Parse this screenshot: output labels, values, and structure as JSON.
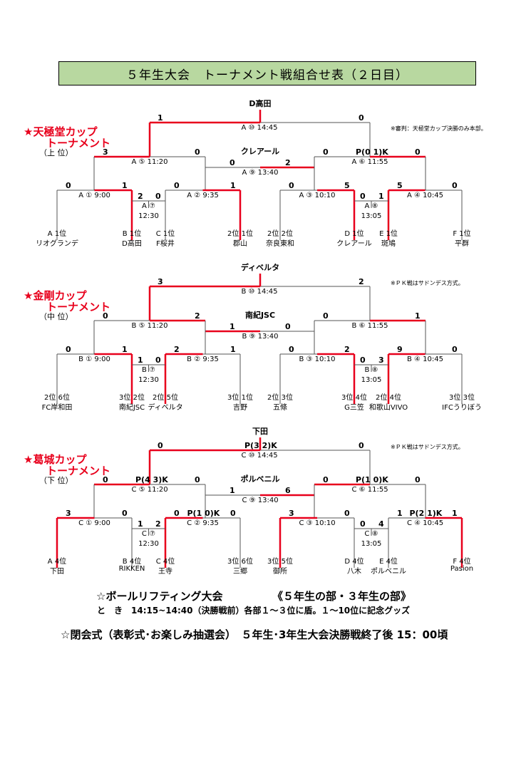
{
  "title": "５年生大会　トーナメント戦組合せ表（２日目）",
  "brackets": [
    {
      "cup_line1": "★天極堂カップ",
      "cup_line2": "トーナメント",
      "rank": "（上 位）",
      "champion": "D高田",
      "note": "※審判：天極堂カップ決勝のみ本部。",
      "final_match": "A ⑩ 14:45",
      "final_l": "1",
      "final_r": "0",
      "final_pk": "",
      "semi_winner": "クレアール",
      "sf_l": {
        "match": "A ⑤ 11:20",
        "sl": "3",
        "sr": "0",
        "pk": ""
      },
      "sf_mid": {
        "match": "A ⑨ 13:40",
        "sl": "0",
        "sr": "2"
      },
      "sf_r": {
        "match": "A ⑥ 11:55",
        "sl": "0",
        "sr": "0",
        "pk": "P(0  1)K"
      },
      "q": [
        {
          "match": "A ① 9:00",
          "sl": "0",
          "sr": "1",
          "pk": ""
        },
        {
          "match": "A ② 9:35",
          "sl": "0",
          "sr": "1",
          "pk": ""
        },
        {
          "match": "A ③ 10:10",
          "sl": "0",
          "sr": "5",
          "pk": ""
        },
        {
          "match": "A ④ 10:45",
          "sl": "5",
          "sr": "0",
          "pk": ""
        }
      ],
      "m7": {
        "label": "A ⑦",
        "time": "12:30",
        "sl": "2",
        "sr": "0"
      },
      "m8": {
        "label": "A ⑧",
        "time": "13:05",
        "sl": "0",
        "sr": "1"
      },
      "teams": [
        {
          "rank": "A 1位",
          "name": "リオグランデ"
        },
        {
          "rank": "B 1位",
          "name": "D高田"
        },
        {
          "rank": "C 1位",
          "name": "F桜井"
        },
        {
          "rank": "2位 1位",
          "name": "郡山"
        },
        {
          "rank": "2位 2位",
          "name": "奈良東和"
        },
        {
          "rank": "D 1位",
          "name": "クレアール"
        },
        {
          "rank": "E 1位",
          "name": "斑鳩"
        },
        {
          "rank": "F 1位",
          "name": "平群"
        }
      ]
    },
    {
      "cup_line1": "★金剛カップ",
      "cup_line2": "トーナメント",
      "rank": "（中 位）",
      "champion": "ディベルタ",
      "note": "※ＰＫ戦はサドンデス方式。",
      "final_match": "B ⑩ 14:45",
      "final_l": "3",
      "final_r": "2",
      "final_pk": "",
      "semi_winner": "南紀JSC",
      "sf_l": {
        "match": "B ⑤ 11:20",
        "sl": "0",
        "sr": "2",
        "pk": ""
      },
      "sf_mid": {
        "match": "B ⑨ 13:40",
        "sl": "1",
        "sr": "0"
      },
      "sf_r": {
        "match": "B ⑥ 11:55",
        "sl": "0",
        "sr": "1",
        "pk": ""
      },
      "q": [
        {
          "match": "B ① 9:00",
          "sl": "0",
          "sr": "1",
          "pk": ""
        },
        {
          "match": "B ② 9:35",
          "sl": "2",
          "sr": "1",
          "pk": ""
        },
        {
          "match": "B ③ 10:10",
          "sl": "0",
          "sr": "2",
          "pk": ""
        },
        {
          "match": "B ④ 10:45",
          "sl": "9",
          "sr": "0",
          "pk": ""
        }
      ],
      "m7": {
        "label": "B ⑦",
        "time": "12:30",
        "sl": "1",
        "sr": "0"
      },
      "m8": {
        "label": "B ⑧",
        "time": "13:05",
        "sl": "0",
        "sr": "3"
      },
      "teams": [
        {
          "rank": "2位 6位",
          "name": "FC岸和田"
        },
        {
          "rank": "3位 2位",
          "name": "南紀JSC"
        },
        {
          "rank": "2位 5位",
          "name": "ディベルタ"
        },
        {
          "rank": "3位 1位",
          "name": "吉野"
        },
        {
          "rank": "2位 3位",
          "name": "五條"
        },
        {
          "rank": "3位 4位",
          "name": "G三笠"
        },
        {
          "rank": "2位 4位",
          "name": "和歌山VIVO"
        },
        {
          "rank": "3位 3位",
          "name": "IFCうりぼう"
        }
      ]
    },
    {
      "cup_line1": "★葛城カップ",
      "cup_line2": "トーナメント",
      "rank": "（下 位）",
      "champion": "下田",
      "note": "※ＰＫ戦はサドンデス方式。",
      "final_match": "C ⑩ 14:45",
      "final_l": "0",
      "final_r": "0",
      "final_pk": "P(3  2)K",
      "semi_winner": "ポルベニル",
      "sf_l": {
        "match": "C ⑤ 11:20",
        "sl": "0",
        "sr": "0",
        "pk": "P(4  3)K"
      },
      "sf_mid": {
        "match": "C ⑨ 13:40",
        "sl": "1",
        "sr": "6"
      },
      "sf_r": {
        "match": "C ⑥ 11:55",
        "sl": "0",
        "sr": "0",
        "pk": "P(1  0)K"
      },
      "q": [
        {
          "match": "C ① 9:00",
          "sl": "3",
          "sr": "0",
          "pk": ""
        },
        {
          "match": "C ② 9:35",
          "sl": "0",
          "sr": "0",
          "pk": "P(1  0)K"
        },
        {
          "match": "C ③ 10:10",
          "sl": "3",
          "sr": "0",
          "pk": ""
        },
        {
          "match": "C ④ 10:45",
          "sl": "1",
          "sr": "1",
          "pk": "P(2  1)K"
        }
      ],
      "m7": {
        "label": "C ⑦",
        "time": "12:30",
        "sl": "1",
        "sr": "2"
      },
      "m8": {
        "label": "C ⑧",
        "time": "13:05",
        "sl": "0",
        "sr": "4"
      },
      "teams": [
        {
          "rank": "A 4位",
          "name": "下田"
        },
        {
          "rank": "B 4位",
          "name": "RIKKEN"
        },
        {
          "rank": "C 4位",
          "name": "王寺"
        },
        {
          "rank": "3位 6位",
          "name": "三郷"
        },
        {
          "rank": "3位 5位",
          "name": "御所"
        },
        {
          "rank": "D 4位",
          "name": "八木"
        },
        {
          "rank": "E 4位",
          "name": "ポルベニル"
        },
        {
          "rank": "F 4位",
          "name": "Pasion"
        }
      ]
    }
  ],
  "footer": {
    "line1a": "☆ボールリフティング大会",
    "line1b": "《５年生の部・３年生の部》",
    "line2": "と　き　14:15~14:40（決勝戦前）各部１～３位に盾。１～10位に記念グッズ",
    "line3": "☆閉会式（表彰式･お楽しみ抽選会）　５年生･3年生大会決勝戦終了後 15：00頃"
  }
}
